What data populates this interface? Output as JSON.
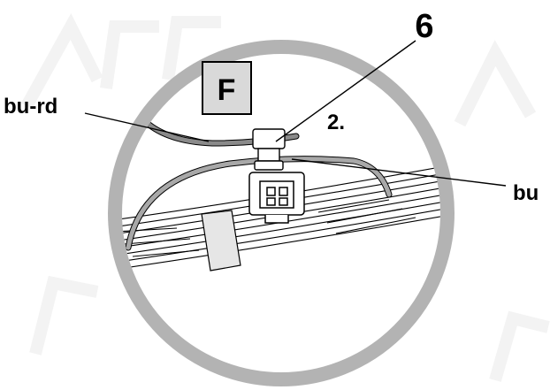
{
  "diagram": {
    "panel_letter": "F",
    "step_label": "2.",
    "part_number": "6",
    "wire_labels": {
      "blue_red": "bu-rd",
      "blue": "bu"
    },
    "colors": {
      "ring": "#b3b3b3",
      "panel_fill": "#d9d9d9",
      "wire_blue_red": "#8a8a8a",
      "wire_blue": "#a8a8a8",
      "harness_band": "#e6e6e6",
      "watermark": "#f4f4f4"
    }
  }
}
